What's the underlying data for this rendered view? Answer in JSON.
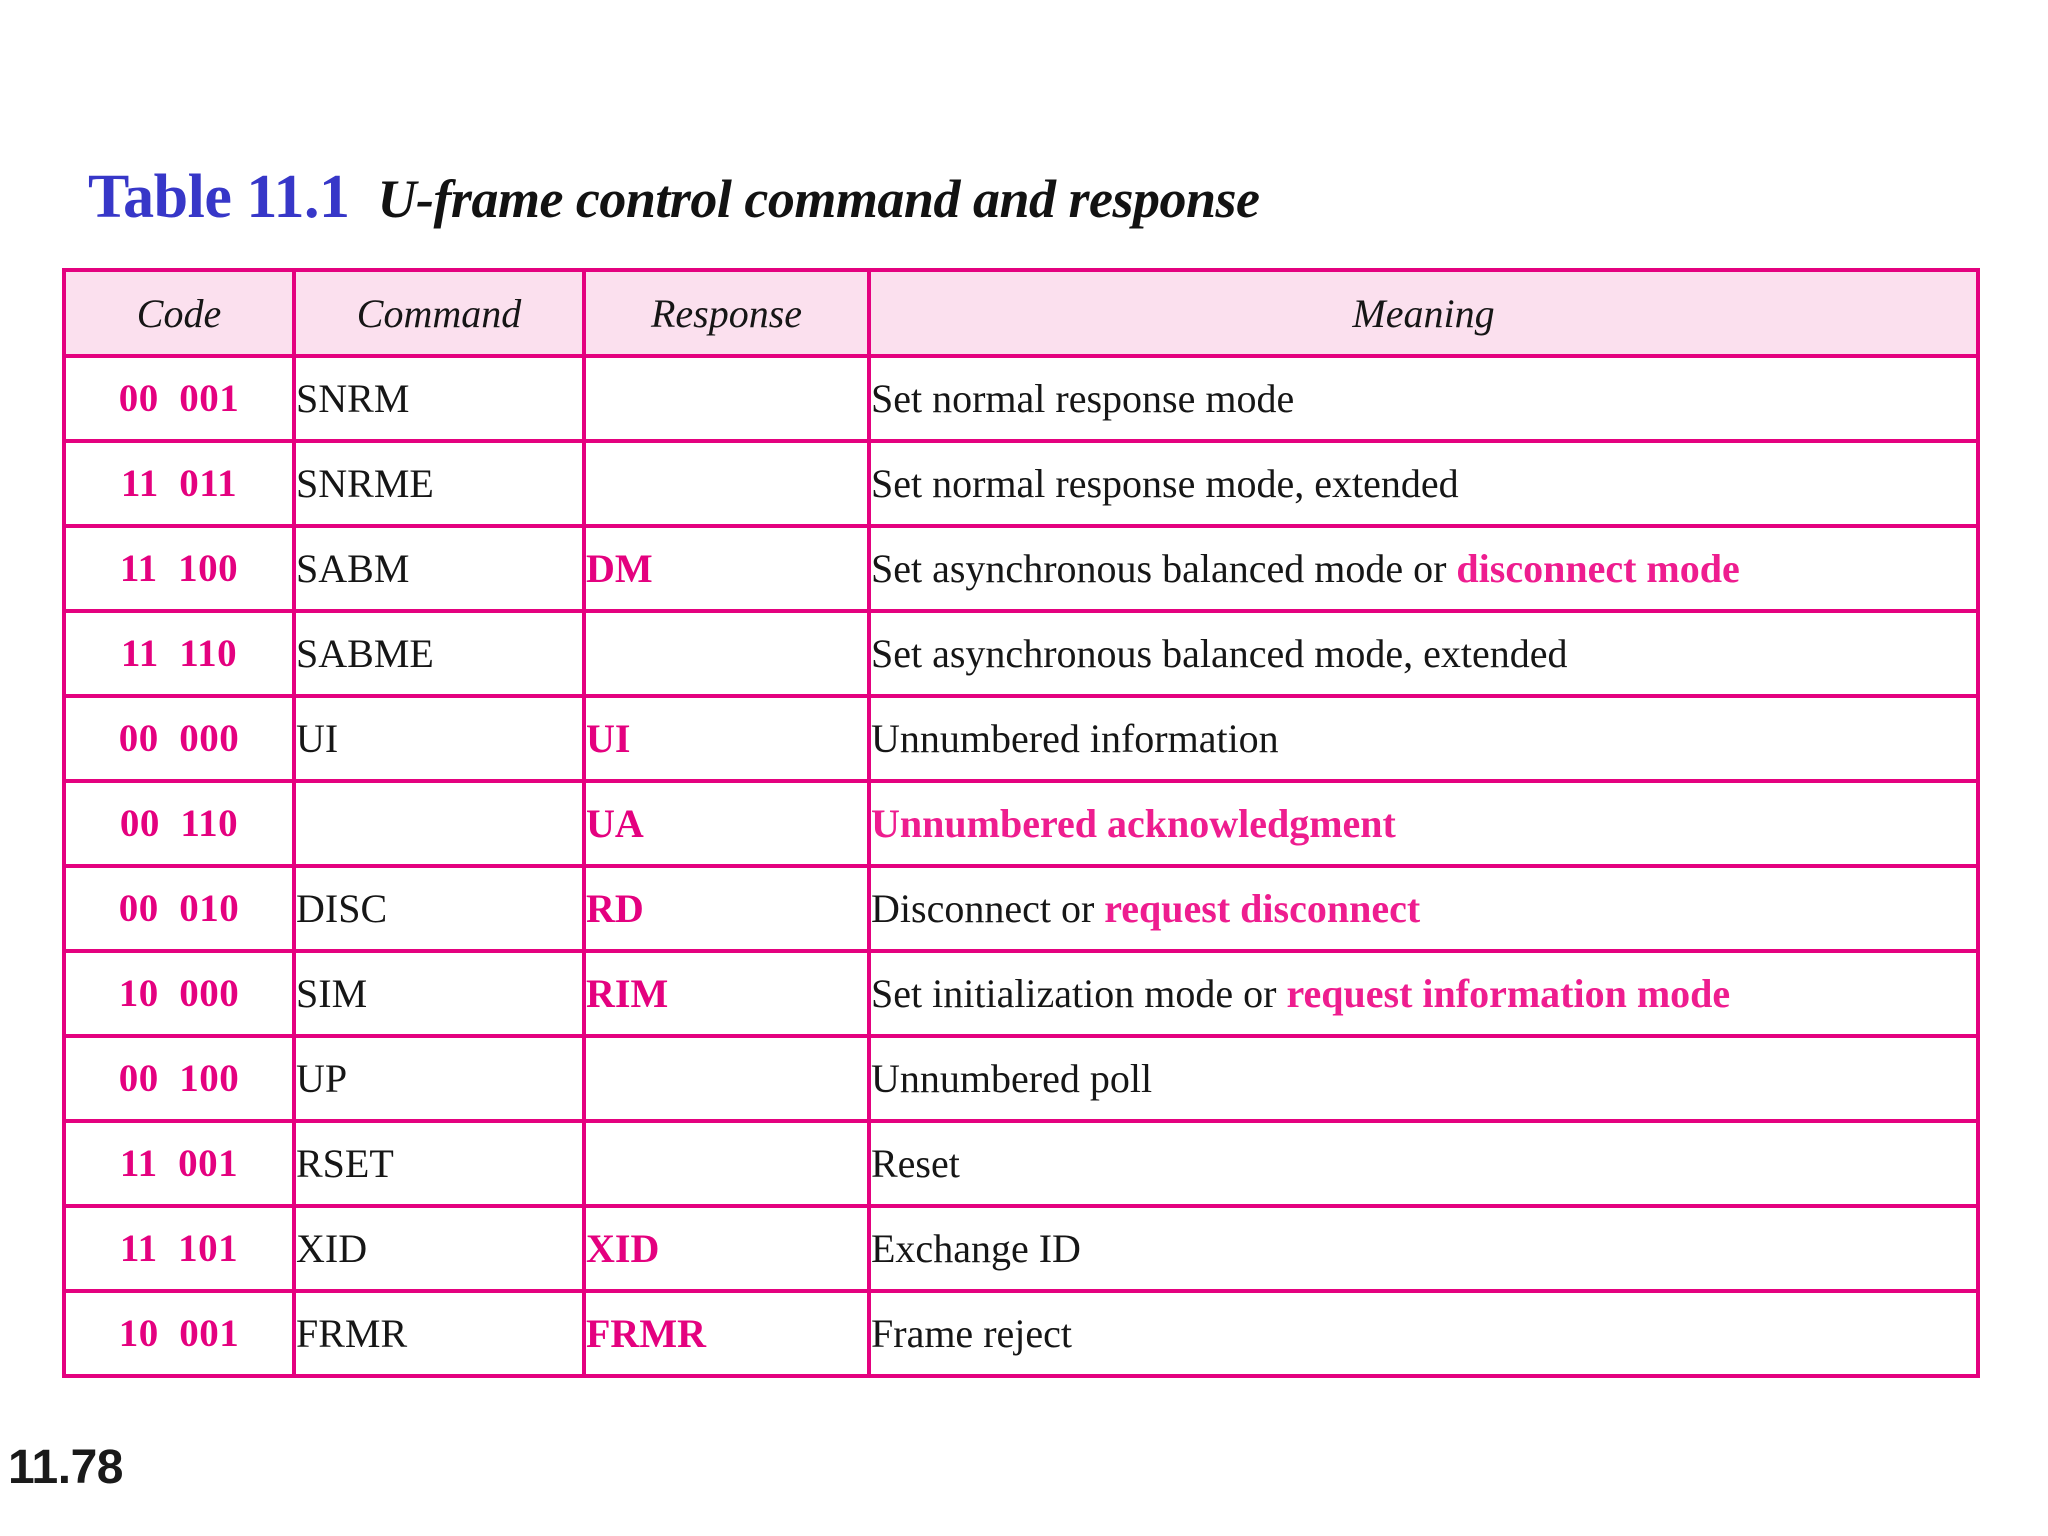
{
  "title": {
    "number": "Table 11.1",
    "text": "U-frame control command and response",
    "number_color": "#3737c8",
    "text_color": "#121212"
  },
  "theme": {
    "border_color": "#e4017f",
    "header_bg": "#fbe0ee",
    "accent_pink": "#ee1d8f",
    "body_text": "#161616",
    "page_bg": "#ffffff"
  },
  "table": {
    "headers": [
      "Code",
      "Command",
      "Response",
      "Meaning"
    ],
    "rows": [
      {
        "code": "00  001",
        "command": "SNRM",
        "response": "",
        "meaning_plain": "Set normal response mode",
        "meaning_highlight": ""
      },
      {
        "code": "11  011",
        "command": "SNRME",
        "response": "",
        "meaning_plain": "Set normal response mode, extended",
        "meaning_highlight": ""
      },
      {
        "code": "11  100",
        "command": "SABM",
        "response": "DM",
        "meaning_plain": "Set asynchronous balanced mode or ",
        "meaning_highlight": "disconnect mode"
      },
      {
        "code": "11  110",
        "command": "SABME",
        "response": "",
        "meaning_plain": "Set asynchronous balanced mode, extended",
        "meaning_highlight": ""
      },
      {
        "code": "00  000",
        "command": "UI",
        "response": "UI",
        "meaning_plain": "Unnumbered information",
        "meaning_highlight": ""
      },
      {
        "code": "00  110",
        "command": "",
        "response": "UA",
        "meaning_plain": "",
        "meaning_highlight": "Unnumbered acknowledgment"
      },
      {
        "code": "00  010",
        "command": "DISC",
        "response": "RD",
        "meaning_plain": "Disconnect or ",
        "meaning_highlight": "request disconnect"
      },
      {
        "code": "10  000",
        "command": "SIM",
        "response": "RIM",
        "meaning_plain": "Set initialization mode or ",
        "meaning_highlight": "request information mode"
      },
      {
        "code": "00  100",
        "command": "UP",
        "response": "",
        "meaning_plain": "Unnumbered poll",
        "meaning_highlight": ""
      },
      {
        "code": "11  001",
        "command": "RSET",
        "response": "",
        "meaning_plain": "Reset",
        "meaning_highlight": ""
      },
      {
        "code": "11  101",
        "command": "XID",
        "response": "XID",
        "meaning_plain": "Exchange ID",
        "meaning_highlight": ""
      },
      {
        "code": "10  001",
        "command": "FRMR",
        "response": "FRMR",
        "meaning_plain": "Frame reject",
        "meaning_highlight": ""
      }
    ]
  },
  "footer": {
    "page_number": "11.78"
  }
}
